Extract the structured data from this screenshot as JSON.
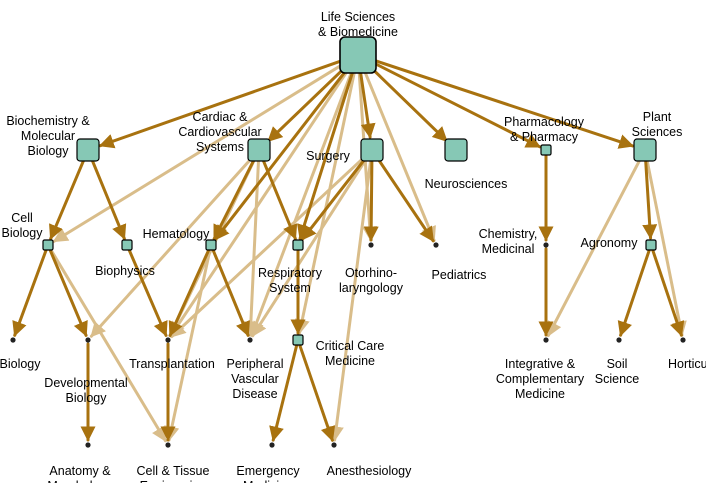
{
  "colors": {
    "strong_edge": "#a8720f",
    "weak_edge": "#d9bd8a",
    "node_fill": "#86c8b5",
    "node_stroke": "#000000"
  },
  "nodes": [
    {
      "id": "life",
      "lines": [
        "Life Sciences",
        "& Biomedicine"
      ],
      "level": 3
    },
    {
      "id": "biochem",
      "lines": [
        "Biochemistry &",
        "Molecular",
        "Biology"
      ],
      "level": 2
    },
    {
      "id": "cardiac",
      "lines": [
        "Cardiac &",
        "Cardiovascular",
        "Systems"
      ],
      "level": 2
    },
    {
      "id": "surgery",
      "lines": [
        "Surgery"
      ],
      "level": 2
    },
    {
      "id": "neuro",
      "lines": [
        "Neurosciences"
      ],
      "level": 2
    },
    {
      "id": "pharma",
      "lines": [
        "Pharmacology",
        "& Pharmacy"
      ],
      "level": 1
    },
    {
      "id": "plant",
      "lines": [
        "Plant",
        "Sciences"
      ],
      "level": 2
    },
    {
      "id": "cell",
      "lines": [
        "Cell",
        "Biology"
      ],
      "level": 1
    },
    {
      "id": "biophys",
      "lines": [
        "Biophysics"
      ],
      "level": 1
    },
    {
      "id": "hema",
      "lines": [
        "Hematology"
      ],
      "level": 1
    },
    {
      "id": "resp",
      "lines": [
        "Respiratory",
        "System"
      ],
      "level": 1
    },
    {
      "id": "oto",
      "lines": [
        "Otorhino-",
        "laryngology"
      ],
      "level": 0
    },
    {
      "id": "peds",
      "lines": [
        "Pediatrics"
      ],
      "level": 0
    },
    {
      "id": "chem",
      "lines": [
        "Chemistry,",
        "Medicinal"
      ],
      "level": 0
    },
    {
      "id": "agro",
      "lines": [
        "Agronomy"
      ],
      "level": 1
    },
    {
      "id": "biology",
      "lines": [
        "Biology"
      ],
      "level": 0
    },
    {
      "id": "devbio",
      "lines": [
        "Developmental",
        "Biology"
      ],
      "level": 0
    },
    {
      "id": "transp",
      "lines": [
        "Transplantation"
      ],
      "level": 0
    },
    {
      "id": "pvd",
      "lines": [
        "Peripheral",
        "Vascular",
        "Disease"
      ],
      "level": 0
    },
    {
      "id": "crit",
      "lines": [
        "Critical Care",
        "Medicine"
      ],
      "level": 1
    },
    {
      "id": "integ",
      "lines": [
        "Integrative &",
        "Complementary",
        "Medicine"
      ],
      "level": 0
    },
    {
      "id": "soil",
      "lines": [
        "Soil",
        "Science"
      ],
      "level": 0
    },
    {
      "id": "horti",
      "lines": [
        "Horticulture"
      ],
      "level": 0
    },
    {
      "id": "anat",
      "lines": [
        "Anatomy &",
        "Morphology"
      ],
      "level": 0
    },
    {
      "id": "tissue",
      "lines": [
        "Cell & Tissue",
        "Engineering"
      ],
      "level": 0
    },
    {
      "id": "emerg",
      "lines": [
        "Emergency",
        "Medicine"
      ],
      "level": 0
    },
    {
      "id": "anest",
      "lines": [
        "Anesthesiology"
      ],
      "level": 0
    }
  ],
  "edges": [
    {
      "from": "life",
      "to": "biochem",
      "type": "strong"
    },
    {
      "from": "life",
      "to": "cardiac",
      "type": "strong"
    },
    {
      "from": "life",
      "to": "surgery",
      "type": "strong"
    },
    {
      "from": "life",
      "to": "neuro",
      "type": "strong"
    },
    {
      "from": "life",
      "to": "pharma",
      "type": "strong"
    },
    {
      "from": "life",
      "to": "plant",
      "type": "strong"
    },
    {
      "from": "life",
      "to": "hema",
      "type": "strong"
    },
    {
      "from": "life",
      "to": "resp",
      "type": "strong"
    },
    {
      "from": "life",
      "to": "peds",
      "type": "weak"
    },
    {
      "from": "life",
      "to": "oto",
      "type": "weak"
    },
    {
      "from": "life",
      "to": "cell",
      "type": "weak"
    },
    {
      "from": "life",
      "to": "transp",
      "type": "weak"
    },
    {
      "from": "life",
      "to": "pvd",
      "type": "weak"
    },
    {
      "from": "life",
      "to": "crit",
      "type": "weak"
    },
    {
      "from": "biochem",
      "to": "cell",
      "type": "strong"
    },
    {
      "from": "biochem",
      "to": "biophys",
      "type": "strong"
    },
    {
      "from": "cardiac",
      "to": "hema",
      "type": "strong"
    },
    {
      "from": "cardiac",
      "to": "resp",
      "type": "strong"
    },
    {
      "from": "cardiac",
      "to": "pvd",
      "type": "weak"
    },
    {
      "from": "cardiac",
      "to": "transp",
      "type": "weak"
    },
    {
      "from": "cardiac",
      "to": "devbio",
      "type": "weak"
    },
    {
      "from": "surgery",
      "to": "oto",
      "type": "strong"
    },
    {
      "from": "surgery",
      "to": "peds",
      "type": "strong"
    },
    {
      "from": "surgery",
      "to": "resp",
      "type": "strong"
    },
    {
      "from": "surgery",
      "to": "transp",
      "type": "weak"
    },
    {
      "from": "surgery",
      "to": "pvd",
      "type": "weak"
    },
    {
      "from": "surgery",
      "to": "anest",
      "type": "weak"
    },
    {
      "from": "pharma",
      "to": "chem",
      "type": "strong"
    },
    {
      "from": "plant",
      "to": "agro",
      "type": "strong"
    },
    {
      "from": "plant",
      "to": "horti",
      "type": "weak"
    },
    {
      "from": "plant",
      "to": "integ",
      "type": "weak"
    },
    {
      "from": "chem",
      "to": "integ",
      "type": "strong"
    },
    {
      "from": "agro",
      "to": "soil",
      "type": "strong"
    },
    {
      "from": "agro",
      "to": "horti",
      "type": "strong"
    },
    {
      "from": "cell",
      "to": "biology",
      "type": "strong"
    },
    {
      "from": "cell",
      "to": "devbio",
      "type": "strong"
    },
    {
      "from": "cell",
      "to": "tissue",
      "type": "weak"
    },
    {
      "from": "biophys",
      "to": "transp",
      "type": "strong"
    },
    {
      "from": "hema",
      "to": "transp",
      "type": "strong"
    },
    {
      "from": "hema",
      "to": "pvd",
      "type": "strong"
    },
    {
      "from": "hema",
      "to": "tissue",
      "type": "weak"
    },
    {
      "from": "resp",
      "to": "crit",
      "type": "strong"
    },
    {
      "from": "devbio",
      "to": "anat",
      "type": "strong"
    },
    {
      "from": "transp",
      "to": "tissue",
      "type": "strong"
    },
    {
      "from": "crit",
      "to": "emerg",
      "type": "strong"
    },
    {
      "from": "crit",
      "to": "anest",
      "type": "strong"
    }
  ]
}
